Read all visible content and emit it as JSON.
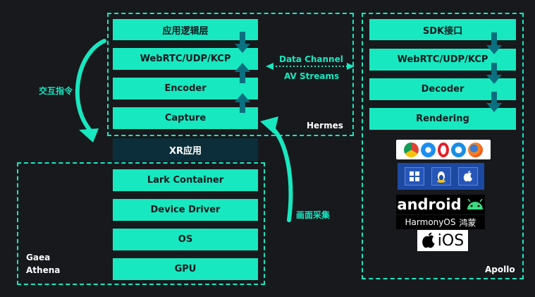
{
  "hermes": {
    "label": "Hermes",
    "stack": [
      "应用逻辑层",
      "WebRTC/UDP/KCP",
      "Encoder",
      "Capture"
    ]
  },
  "apollo": {
    "label": "Apollo",
    "stack": [
      "SDK接口",
      "WebRTC/UDP/KCP",
      "Decoder",
      "Rendering"
    ]
  },
  "gaea": {
    "label_line1": "Gaea",
    "label_line2": "Athena",
    "xr_app": "XR应用",
    "stack": [
      "Lark Container",
      "Device Driver",
      "OS",
      "GPU"
    ]
  },
  "links": {
    "data_channel": "Data Channel",
    "av_streams": "AV Streams",
    "interaction": "交互指令",
    "capture": "画面采集"
  },
  "platforms": {
    "browser_icons": [
      "chrome-icon",
      "safari-icon",
      "opera-icon",
      "ie-icon",
      "firefox-icon"
    ],
    "os_icons": [
      "windows-icon",
      "linux-icon",
      "macos-icon"
    ],
    "android": "android",
    "harmony": "HarmonyOS",
    "harmony_cn": "鸿蒙",
    "ios": "iOS"
  },
  "colors": {
    "background": "#17191d",
    "accent": "#18e8c0",
    "arrow": "#0a6f7e",
    "xr_box": "#0b2e3a"
  }
}
